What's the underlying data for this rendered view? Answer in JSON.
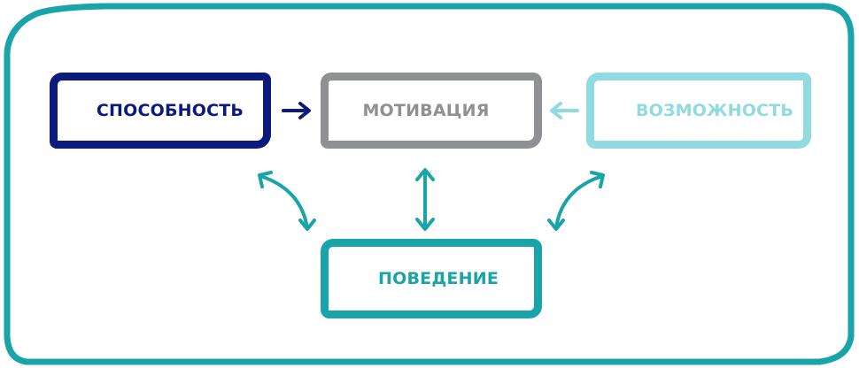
{
  "diagram": {
    "nodes": {
      "ability": {
        "label": "СПОСОБНОСТЬ",
        "color": "#0b1a7d"
      },
      "motivation": {
        "label": "МОТИВАЦИЯ",
        "color": "#8e9093"
      },
      "opportunity": {
        "label": "ВОЗМОЖНОСТЬ",
        "color": "#8fdbe0"
      },
      "behavior": {
        "label": "ПОВЕДЕНИЕ",
        "color": "#19a4aa"
      }
    },
    "edges": [
      {
        "from": "ability",
        "to": "motivation",
        "direction": "one-way",
        "color": "#0b1a7d"
      },
      {
        "from": "opportunity",
        "to": "motivation",
        "direction": "one-way",
        "color": "#8fdbe0"
      },
      {
        "from": "ability",
        "to": "behavior",
        "direction": "two-way",
        "color": "#19a4aa"
      },
      {
        "from": "motivation",
        "to": "behavior",
        "direction": "two-way",
        "color": "#19a4aa"
      },
      {
        "from": "opportunity",
        "to": "behavior",
        "direction": "two-way",
        "color": "#19a4aa"
      }
    ],
    "frame_color": "#19a4aa"
  }
}
